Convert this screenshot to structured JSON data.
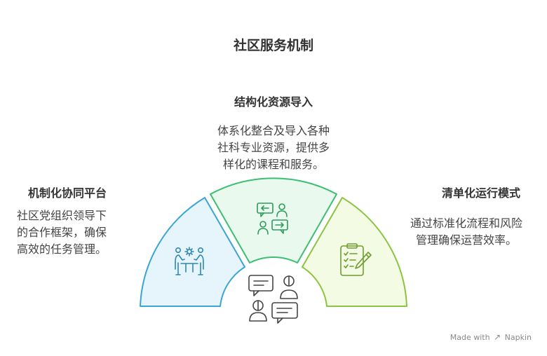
{
  "title": "社区服务机制",
  "sections": [
    {
      "id": "left",
      "heading": "机制化协同平台",
      "body": [
        "社区党组织领导下",
        "的合作框架，确保",
        "高效的任务管理。"
      ],
      "fill": "#e6f5fc",
      "stroke": "#3aa5d5",
      "icon": "team-collaboration-icon"
    },
    {
      "id": "top",
      "heading": "结构化资源导入",
      "body": [
        "体系化整合及导入各种",
        "社科专业资源，提供多",
        "样化的课程和服务。"
      ],
      "fill": "#e9f9ee",
      "stroke": "#3cbe73",
      "icon": "resource-exchange-icon"
    },
    {
      "id": "right",
      "heading": "清单化运行模式",
      "body": [
        "通过标准化流程和风险",
        "管理确保运营效率。"
      ],
      "fill": "#f3fbe5",
      "stroke": "#8bc43f",
      "icon": "checklist-clipboard-icon"
    }
  ],
  "center_icon": "conversation-people-icon",
  "credit": {
    "prefix": "Made with",
    "brand": "Napkin"
  }
}
